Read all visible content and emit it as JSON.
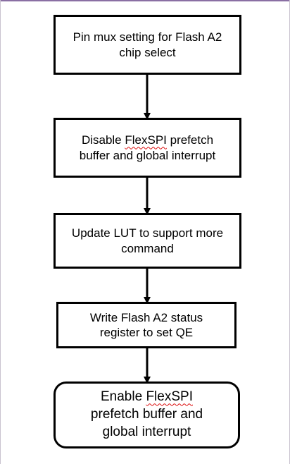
{
  "flowchart": {
    "steps": [
      {
        "line1": "Pin mux setting for Flash A2",
        "line2": "chip select"
      },
      {
        "line1_pre": "Disable ",
        "line1_flagged": "FlexSPI",
        "line1_post": " prefetch",
        "line2": "buffer and global interrupt"
      },
      {
        "line1": "Update LUT to support more",
        "line2": "command"
      },
      {
        "line1": "Write Flash A2 status",
        "line2": "register to set QE"
      },
      {
        "line1_pre": "Enable ",
        "line1_flagged": "FlexSPI",
        "line2": "prefetch buffer and",
        "line3": "global interrupt"
      }
    ]
  },
  "colors": {
    "border": "#000000",
    "spellcheck_underline": "#dd1111",
    "window_accent": "#8a6fa3"
  }
}
